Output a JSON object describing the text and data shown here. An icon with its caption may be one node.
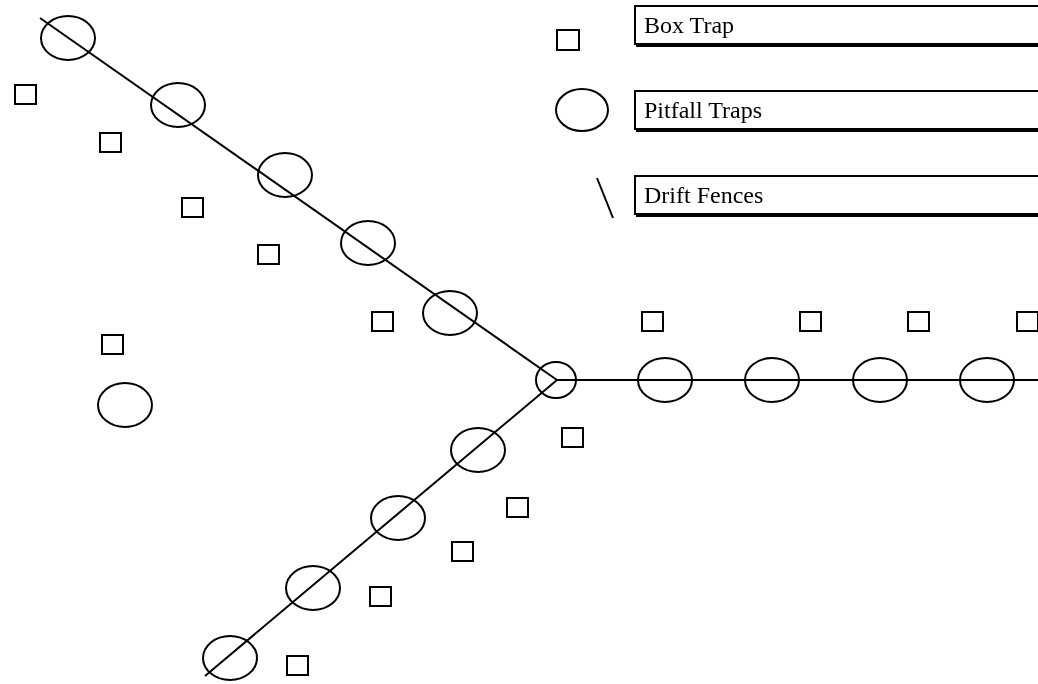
{
  "diagram": {
    "legend": [
      {
        "text": "Box Trap"
      },
      {
        "text": "Pitfall Traps"
      },
      {
        "text": "Drift Fences"
      }
    ]
  }
}
